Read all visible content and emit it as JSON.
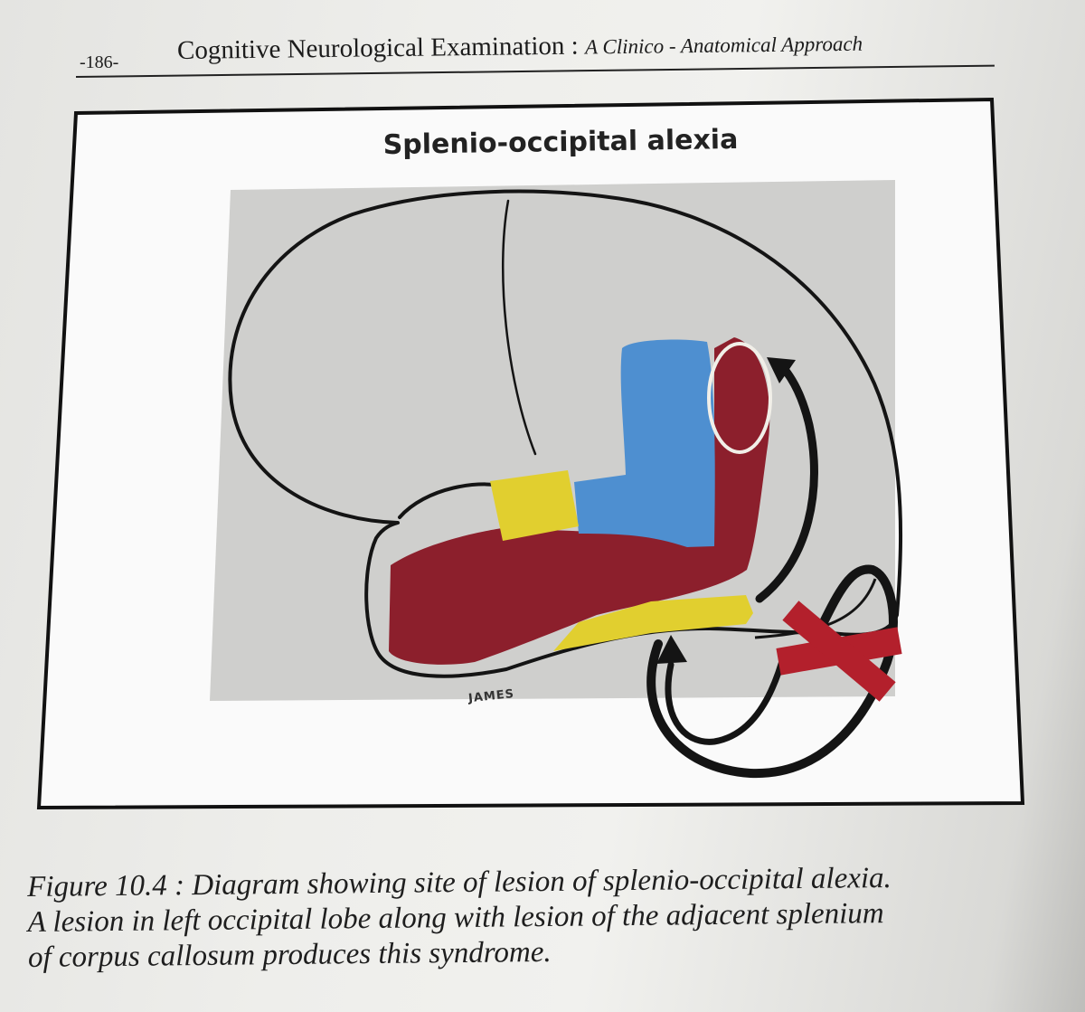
{
  "header": {
    "page_number": "-186-",
    "book_title": "Cognitive Neurological Examination",
    "separator": " : ",
    "book_subtitle": "A Clinico - Anatomical Approach"
  },
  "figure": {
    "title": "Splenio-occipital alexia",
    "artist_signature": "JAMES",
    "colors": {
      "lesion_red": "#8c1f2c",
      "region_blue": "#4e8fd0",
      "region_yellow": "#e1cf2f",
      "background_panel": "#cfcfcd",
      "outline": "#141414",
      "x_mark": "#b3202c"
    },
    "markers": [
      "white-circle-lesion-site",
      "red-x-disconnection-mark",
      "curved-arrows"
    ]
  },
  "caption": {
    "line1": "Figure 10.4 : Diagram showing site of lesion of splenio-occipital alexia.",
    "line2": "A lesion in left occipital lobe along with lesion of the adjacent splenium",
    "line3": "of corpus callosum produces this syndrome."
  }
}
